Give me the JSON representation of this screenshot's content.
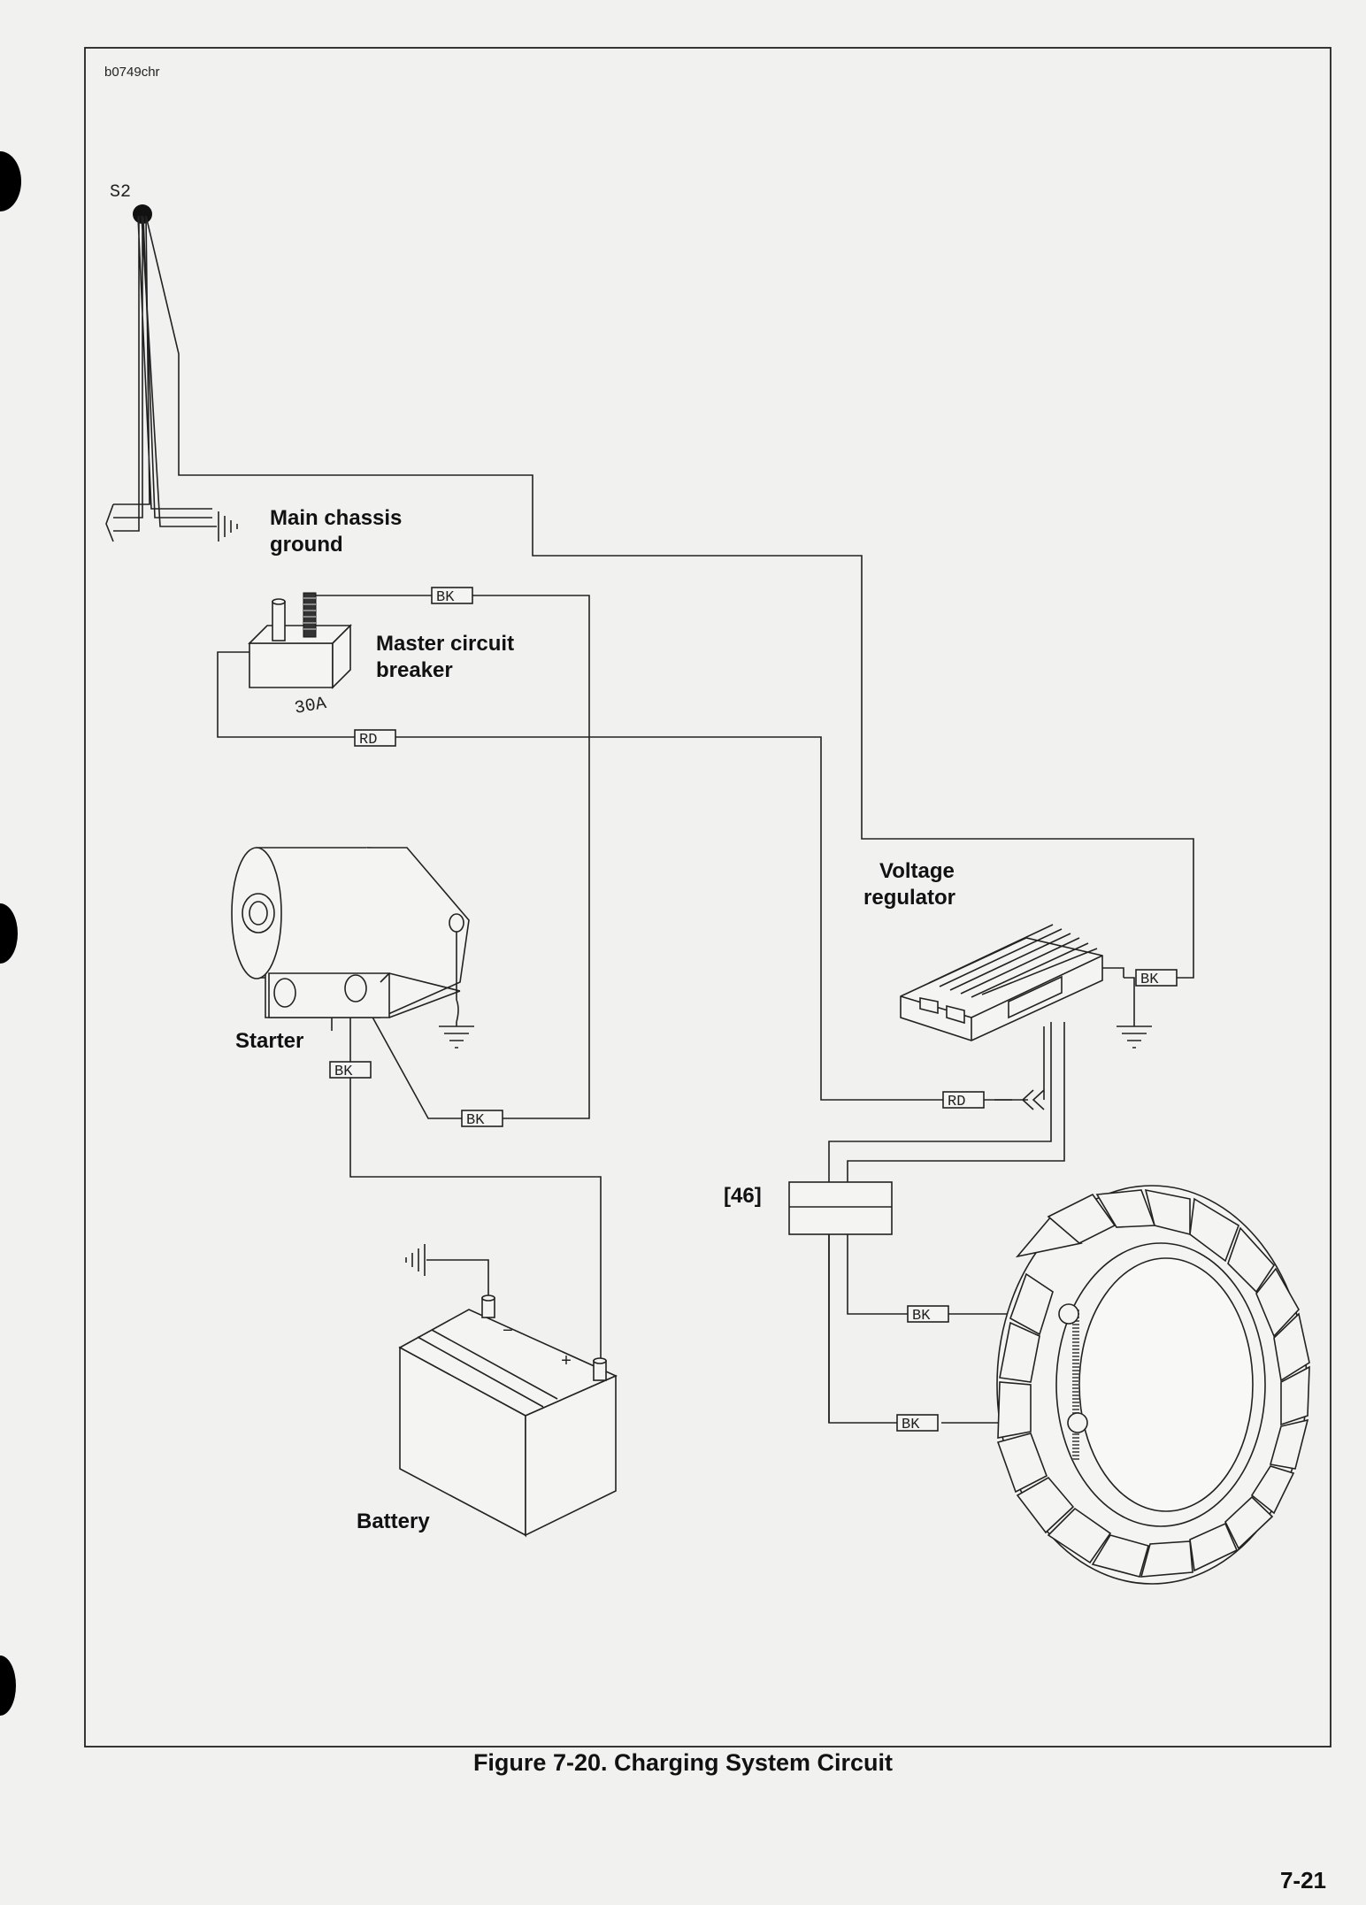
{
  "figure_code": "b0749chr",
  "caption": "Figure 7-20. Charging System Circuit",
  "page_number": "7-21",
  "labels": {
    "s2": "S2",
    "main_chassis_ground_1": "Main chassis",
    "main_chassis_ground_2": "ground",
    "master_breaker_1": "Master circuit",
    "master_breaker_2": "breaker",
    "breaker_rating": "30A",
    "voltage_regulator_1": "Voltage",
    "voltage_regulator_2": "regulator",
    "starter": "Starter",
    "battery": "Battery",
    "connector_46": "[46]"
  },
  "wire_tags": {
    "bk_breaker": "BK",
    "rd_breaker": "RD",
    "bk_regulator": "BK",
    "rd_regulator": "RD",
    "bk_starter_vertical": "BK",
    "bk_starter_horizontal": "BK",
    "bk_stator_upper": "BK",
    "bk_stator_lower": "BK"
  },
  "battery_terminals": {
    "negative": "−",
    "positive": "+"
  },
  "colors": {
    "paper": "#f1f1ef",
    "ink": "#222222"
  }
}
